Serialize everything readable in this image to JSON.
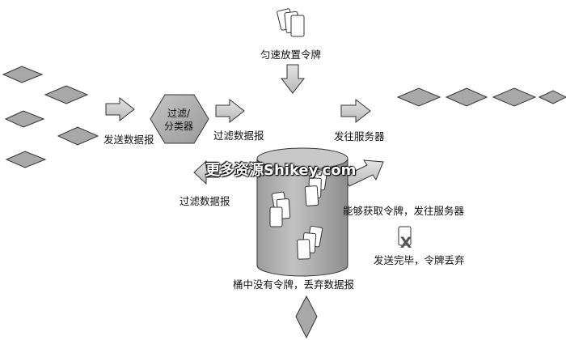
{
  "labels": {
    "token_fill": "匀速放置令牌",
    "classifier_line1": "过滤/",
    "classifier_line2": "分类器",
    "send_packets": "发送数据报",
    "filter_packets_top": "过滤数据报",
    "send_to_server_top": "发往服务器",
    "filter_packets_left": "过滤数据报",
    "get_token_send": "能够获取令牌，发往服务器",
    "send_done_discard": "发送完毕，令牌丢弃",
    "no_token_discard": "桶中没有令牌，丢弃数据报",
    "watermark": "更多资源Shikey.com"
  },
  "discard_mark": "X",
  "colors": {
    "shape_fill": "#a8a8a8",
    "arrow_fill": "#cfcfcf",
    "stroke": "#333333",
    "token_fill": "#ffffff",
    "text": "#111111"
  },
  "icons": [
    "packet-diamond",
    "token-card",
    "flow-arrow",
    "bucket-cylinder",
    "discard-x"
  ]
}
